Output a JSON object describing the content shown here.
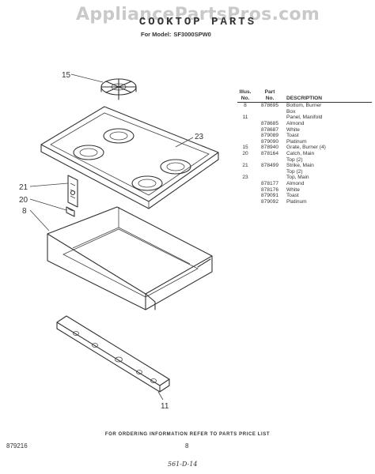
{
  "watermark": "AppliancePartsPros.com",
  "header": {
    "title": "COOKTOP PARTS",
    "model_label": "For Model:",
    "model_number": "SF3000SPW0"
  },
  "callouts": [
    "15",
    "23",
    "21",
    "20",
    "8",
    "11"
  ],
  "parts_table": {
    "headers": {
      "illus": [
        "Illus.",
        "No."
      ],
      "part": [
        "Part",
        "No."
      ],
      "description": "DESCRIPTION"
    },
    "rows": [
      {
        "illus": "8",
        "part": "878695",
        "desc": "Bottom, Burner"
      },
      {
        "illus": "",
        "part": "",
        "desc": "Box"
      },
      {
        "illus": "11",
        "part": "",
        "desc": "Panel, Manifold"
      },
      {
        "illus": "",
        "part": "878685",
        "desc": "Almond"
      },
      {
        "illus": "",
        "part": "878687",
        "desc": "White"
      },
      {
        "illus": "",
        "part": "879089",
        "desc": "Toast"
      },
      {
        "illus": "",
        "part": "879090",
        "desc": "Platinum"
      },
      {
        "illus": "15",
        "part": "878940",
        "desc": "Grate, Burner (4)"
      },
      {
        "illus": "20",
        "part": "878164",
        "desc": "Catch, Main"
      },
      {
        "illus": "",
        "part": "",
        "desc": "Top (2)"
      },
      {
        "illus": "21",
        "part": "878499",
        "desc": "Strike, Main"
      },
      {
        "illus": "",
        "part": "",
        "desc": "Top (2)"
      },
      {
        "illus": "23",
        "part": "",
        "desc": "Top, Main"
      },
      {
        "illus": "",
        "part": "878177",
        "desc": "Almond"
      },
      {
        "illus": "",
        "part": "878176",
        "desc": "White"
      },
      {
        "illus": "",
        "part": "879091",
        "desc": "Toast"
      },
      {
        "illus": "",
        "part": "879092",
        "desc": "Platinum"
      }
    ]
  },
  "footer": {
    "note": "FOR ORDERING INFORMATION REFER TO PARTS PRICE LIST",
    "document_number": "879216",
    "page_number": "8",
    "handwritten_mark": "561-D-14"
  }
}
